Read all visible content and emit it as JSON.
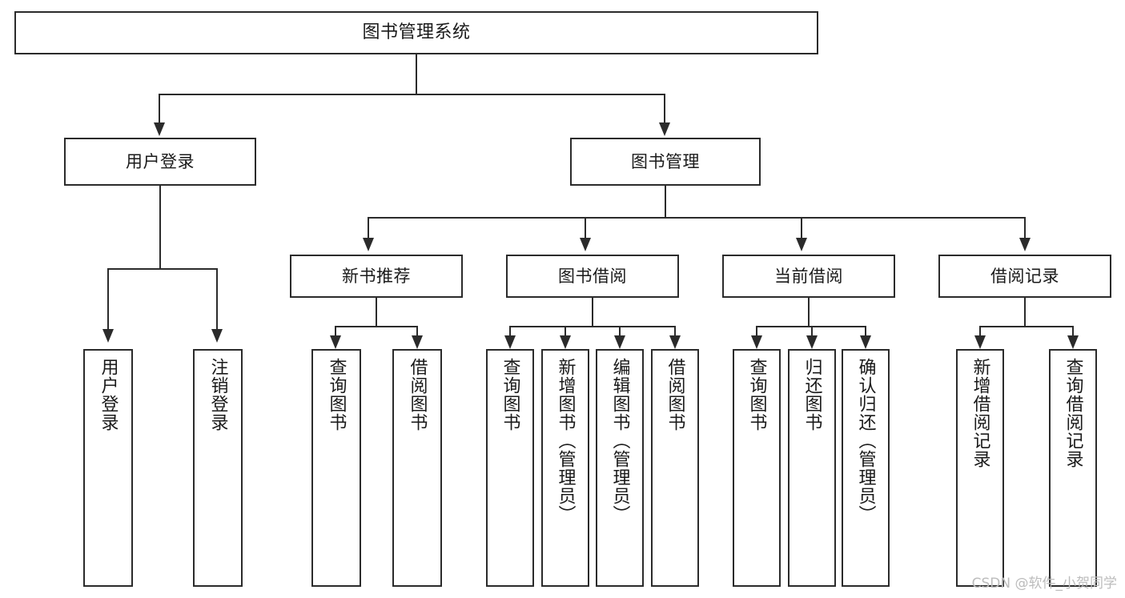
{
  "diagram": {
    "title": "图书管理系统",
    "type": "tree-hierarchy-diagram",
    "colors": {
      "stroke": "#2b2b2b",
      "fill": "#ffffff",
      "text": "#1a1a1a",
      "watermark": "#bcbcbc"
    },
    "root": {
      "label": "图书管理系统"
    },
    "level2": [
      {
        "label": "用户登录"
      },
      {
        "label": "图书管理"
      }
    ],
    "level3": [
      {
        "label": "新书推荐"
      },
      {
        "label": "图书借阅"
      },
      {
        "label": "当前借阅"
      },
      {
        "label": "借阅记录"
      }
    ],
    "leaves": {
      "user_login": [
        {
          "label": "用户登录"
        },
        {
          "label": "注销登录"
        }
      ],
      "new_book": [
        {
          "label": "查询图书"
        },
        {
          "label": "借阅图书"
        }
      ],
      "book_borrow": [
        {
          "label": "查询图书"
        },
        {
          "label": "新增图书（管理员）"
        },
        {
          "label": "编辑图书（管理员）"
        },
        {
          "label": "借阅图书"
        }
      ],
      "current_borrow": [
        {
          "label": "查询图书"
        },
        {
          "label": "归还图书"
        },
        {
          "label": "确认归还（管理员）"
        }
      ],
      "borrow_record": [
        {
          "label": "新增借阅记录"
        },
        {
          "label": "查询借阅记录"
        }
      ]
    },
    "watermark": "CSDN @软件_小贺同学"
  }
}
